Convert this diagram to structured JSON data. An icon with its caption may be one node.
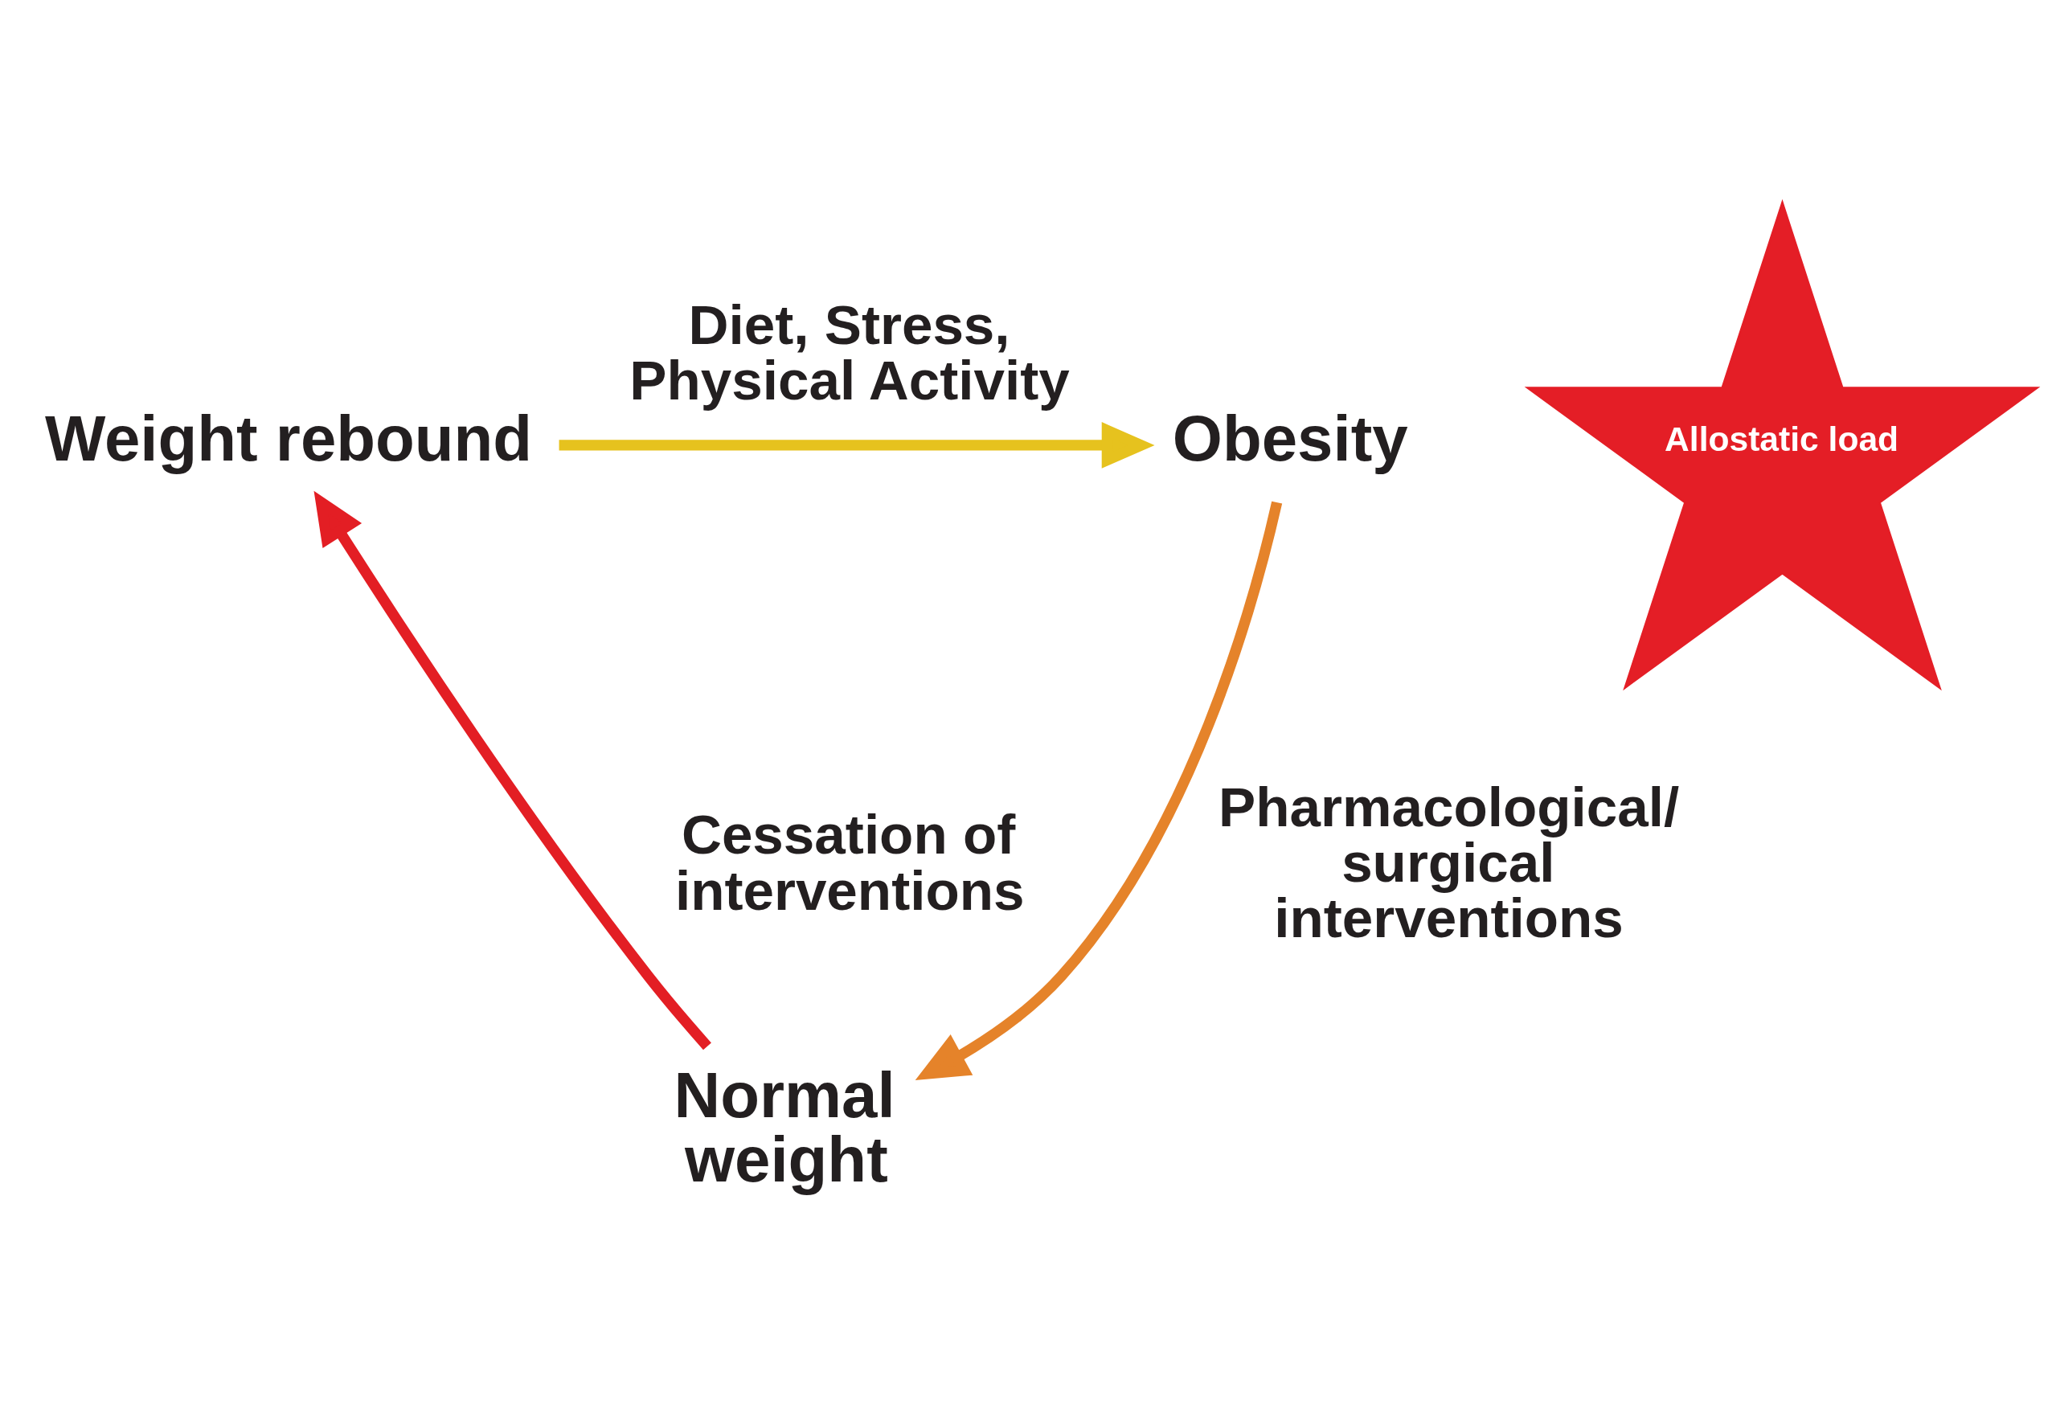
{
  "diagram": {
    "nodes": [
      {
        "text": [
          "Weight rebound"
        ]
      },
      {
        "text": [
          "Obesity"
        ]
      },
      {
        "text": [
          "Allostatic load"
        ]
      },
      {
        "text": [
          "Normal weight"
        ]
      }
    ],
    "edges": [
      {
        "from": 0,
        "to": 1,
        "arrow": "to",
        "label": "Diet, Stress, Physical Activity",
        "color": "#e6c21e"
      },
      {
        "from": 1,
        "to": 3,
        "arrow": "to",
        "label": "Pharmacological/ surgical interventions",
        "color": "#e5832a"
      },
      {
        "from": 3,
        "to": 0,
        "arrow": "to",
        "label": "Cessation of interventions",
        "color": "#e31e24"
      }
    ]
  }
}
